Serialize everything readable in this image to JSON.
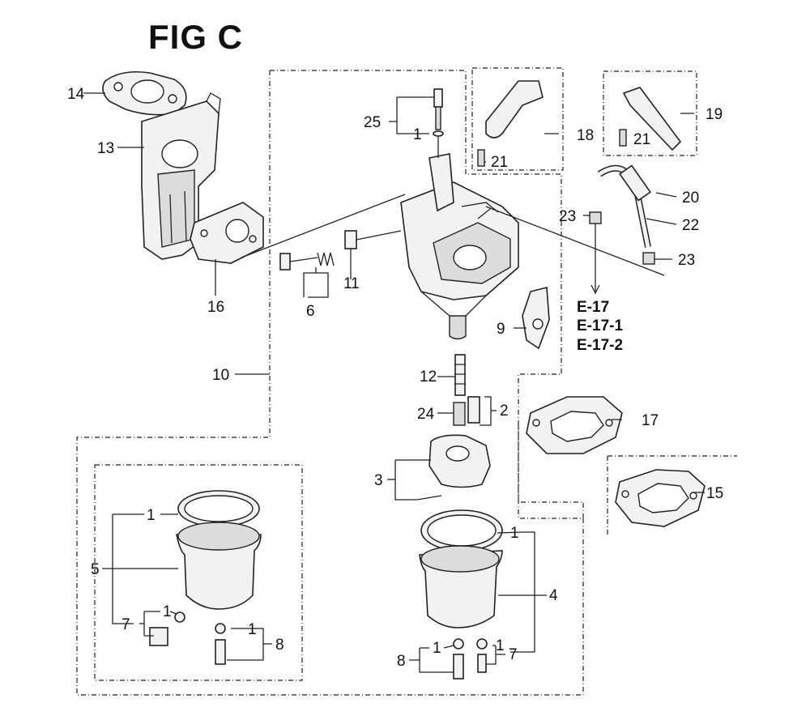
{
  "figure": {
    "title": "FIG C"
  },
  "references": {
    "r1": "E-17",
    "r2": "E-17-1",
    "r3": "E-17-2"
  },
  "callouts": {
    "c1": "1",
    "c2": "2",
    "c3": "3",
    "c4": "4",
    "c5": "5",
    "c6": "6",
    "c7": "7",
    "c8": "8",
    "c9": "9",
    "c10": "10",
    "c11": "11",
    "c12": "12",
    "c13": "13",
    "c14": "14",
    "c15": "15",
    "c16": "16",
    "c17": "17",
    "c18": "18",
    "c19": "19",
    "c20": "20",
    "c21": "21",
    "c22": "22",
    "c23": "23",
    "c24": "24",
    "c25": "25"
  }
}
